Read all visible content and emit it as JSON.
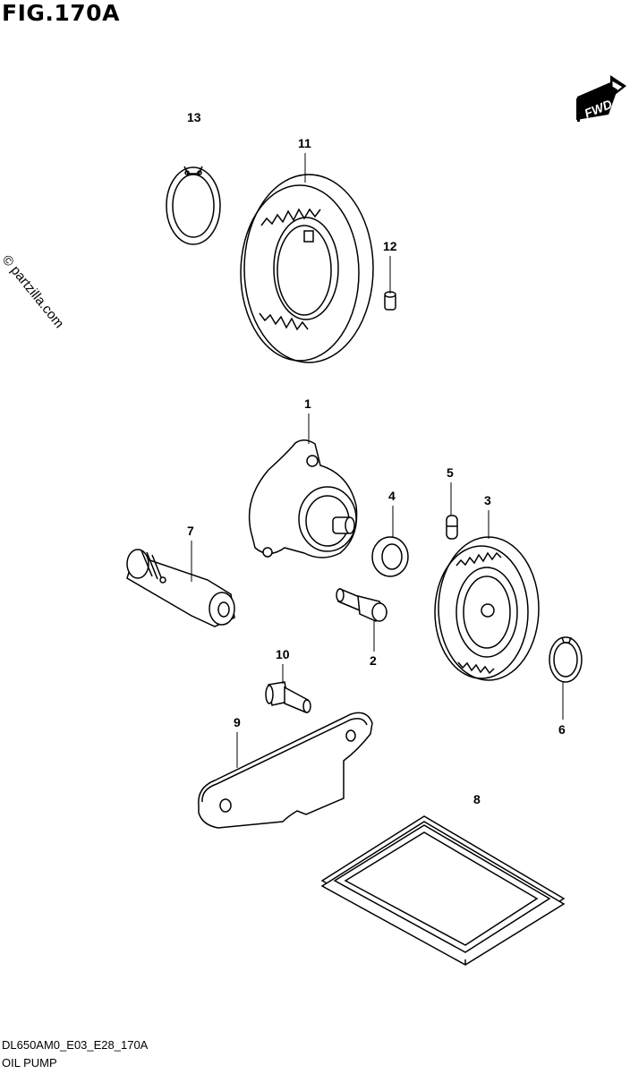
{
  "figure": {
    "title": "FIG.170A",
    "watermark": "© partzilla.com",
    "fwd_label": "FWD",
    "footer_code": "DL650AM0_E03_E28_170A",
    "footer_name": "OIL PUMP"
  },
  "callouts": [
    "1",
    "2",
    "3",
    "4",
    "5",
    "6",
    "7",
    "8",
    "9",
    "10",
    "11",
    "12",
    "13"
  ]
}
